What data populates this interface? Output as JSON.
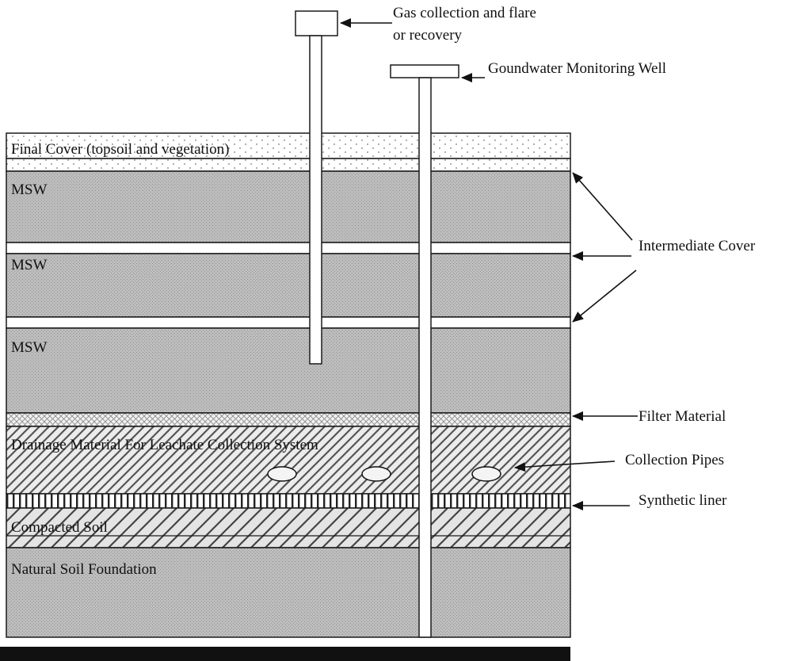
{
  "layers": {
    "final_cover": "Final Cover (topsoil and vegetation)",
    "msw_1": "MSW",
    "msw_2": "MSW",
    "msw_3": "MSW",
    "drainage": "Drainage Material For Leachate Collection System",
    "compacted_soil": "Compacted Soil",
    "natural_soil": "Natural Soil Foundation"
  },
  "callouts": {
    "gas_line1": "Gas collection and flare",
    "gas_line2": "or recovery",
    "groundwater_well": "Goundwater Monitoring Well",
    "intermediate_cover": "Intermediate Cover",
    "filter_material": "Filter Material",
    "collection_pipes": "Collection Pipes",
    "synthetic_liner": "Synthetic liner"
  },
  "colors": {
    "msw_fill": "#b9b9b9",
    "outline": "#1a1a1a",
    "background": "#ffffff"
  }
}
